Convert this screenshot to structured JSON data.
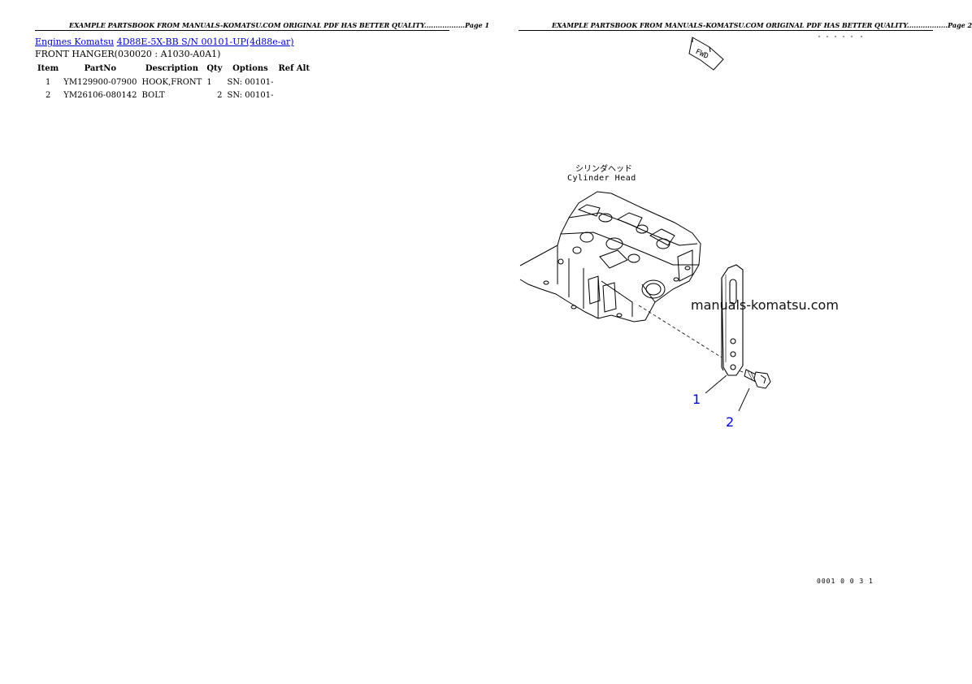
{
  "page1": {
    "header": "EXAMPLE PARTSBOOK FROM MANUALS-KOMATSU.COM ORIGINAL PDF HAS BETTER QUALITY..................Page 1",
    "breadcrumb": [
      "Engines Komatsu",
      "4D88E-5X-BB S/N 00101-UP(4d88e-ar)"
    ],
    "subtitle": "FRONT HANGER(030020 : A1030-A0A1)",
    "table": {
      "headers": [
        "Item",
        "PartNo",
        "Description",
        "Qty",
        "Options",
        "Ref Alt"
      ],
      "rows": [
        [
          "1",
          "YM129900-07900",
          "HOOK,FRONT",
          "1",
          "SN: 00101-",
          ""
        ],
        [
          "2",
          "YM26106-080142",
          "BOLT",
          "2",
          "SN: 00101-",
          ""
        ]
      ]
    }
  },
  "page2": {
    "header": "EXAMPLE PARTSBOOK FROM MANUALS-KOMATSU.COM ORIGINAL PDF HAS BETTER QUALITY..................Page 2",
    "fwd_label": "FWD",
    "diagram_label_jp": "シリンダヘッド",
    "diagram_label_en": "Cylinder Head",
    "watermark": "manuals-komatsu.com",
    "callouts": [
      "1",
      "2"
    ],
    "part_code": "0001 0 0 3 1"
  }
}
